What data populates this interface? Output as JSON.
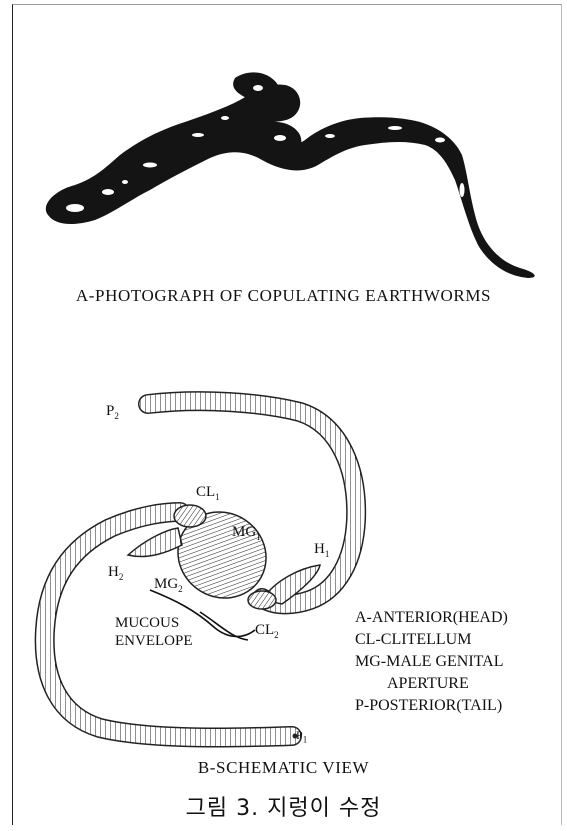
{
  "figure": {
    "caption_photo": "A-PHOTOGRAPH OF COPULATING EARTHWORMS",
    "caption_schematic": "B-SCHEMATIC VIEW",
    "caption_korean": "그림 3. 지렁이 수정"
  },
  "labels": {
    "p2": "P",
    "p2_sub": "2",
    "p1": "P",
    "p1_sub": "1",
    "cl1": "CL",
    "cl1_sub": "1",
    "mg1": "MG",
    "mg1_sub": "1",
    "h1": "H",
    "h1_sub": "1",
    "h2": "H",
    "h2_sub": "2",
    "mg2": "MG",
    "mg2_sub": "2",
    "cl2": "CL",
    "cl2_sub": "2",
    "mucous_line1": "MUCOUS",
    "mucous_line2": "ENVELOPE"
  },
  "legend": {
    "line1": "A-ANTERIOR(HEAD)",
    "line2": "CL-CLITELLUM",
    "line3": "MG-MALE GENITAL",
    "line4": "APERTURE",
    "line5": "P-POSTERIOR(TAIL)"
  }
}
